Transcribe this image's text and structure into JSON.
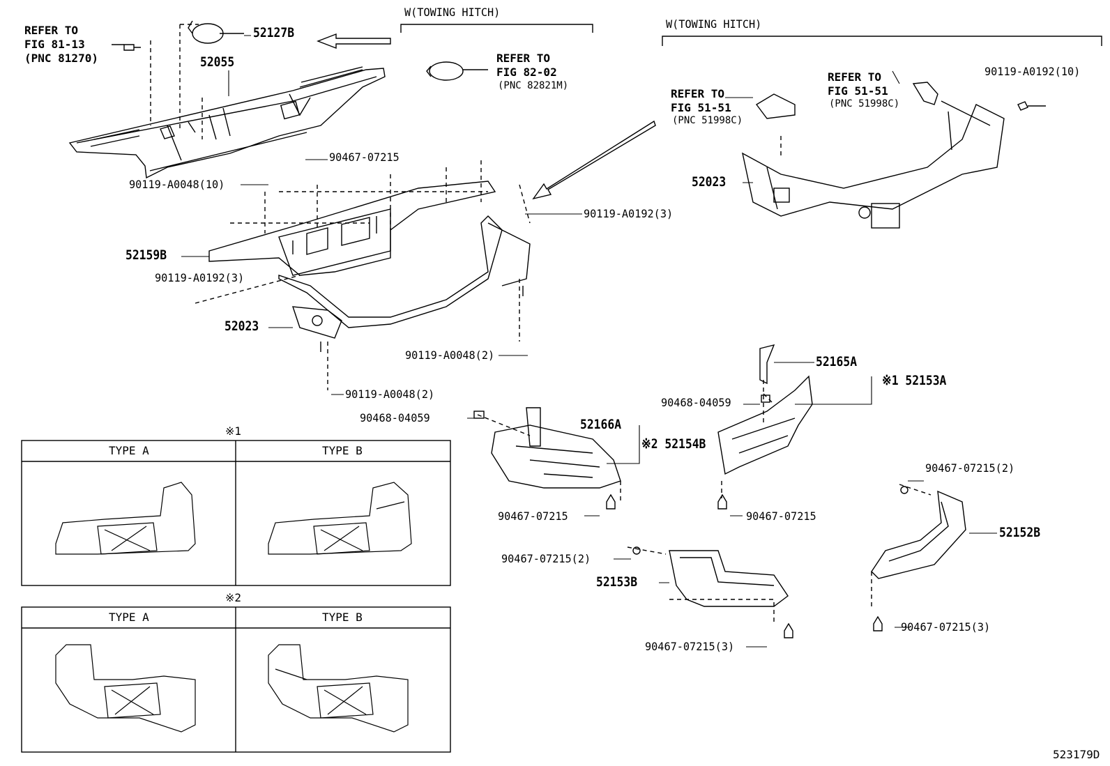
{
  "towing_hitch_headers": [
    "W(TOWING HITCH)",
    "W(TOWING HITCH)"
  ],
  "refer": [
    {
      "l1": "REFER TO",
      "l2": "FIG 81-13",
      "l3": "(PNC 81270)"
    },
    {
      "l1": "REFER TO",
      "l2": "FIG 82-02",
      "l3": "(PNC 82821M)"
    },
    {
      "l1": "REFER TO",
      "l2": "FIG 51-51",
      "l3": "(PNC 51998C)"
    },
    {
      "l1": "REFER TO",
      "l2": "FIG 51-51",
      "l3": "(PNC 51998C)"
    }
  ],
  "parts": {
    "p52127B": "52127B",
    "p52055": "52055",
    "p52159B": "52159B",
    "p52023a": "52023",
    "p52023b": "52023",
    "p52165A": "52165A",
    "p52153A": "※1 52153A",
    "p52166A": "52166A",
    "p52154B": "※2 52154B",
    "p52153B": "52153B",
    "p52152B": "52152B"
  },
  "bolts": {
    "b1": "90467-07215",
    "b2": "90119-A0048(10)",
    "b3": "90119-A0192(3)",
    "b4": "90119-A0192(3)",
    "b5": "90119-A0048(2)",
    "b6": "90119-A0048(2)",
    "b7": "90119-A0192(10)",
    "b8": "90468-04059",
    "b9": "90468-04059",
    "b10": "90467-07215",
    "b11": "90467-07215",
    "b12": "90467-07215(2)",
    "b13": "90467-07215(2)",
    "b14": "90467-07215(3)",
    "b15": "90467-07215(3)"
  },
  "panels": [
    {
      "mark": "※1",
      "type_a": "TYPE A",
      "type_b": "TYPE B"
    },
    {
      "mark": "※2",
      "type_a": "TYPE A",
      "type_b": "TYPE B"
    }
  ],
  "figure_id": "523179D"
}
